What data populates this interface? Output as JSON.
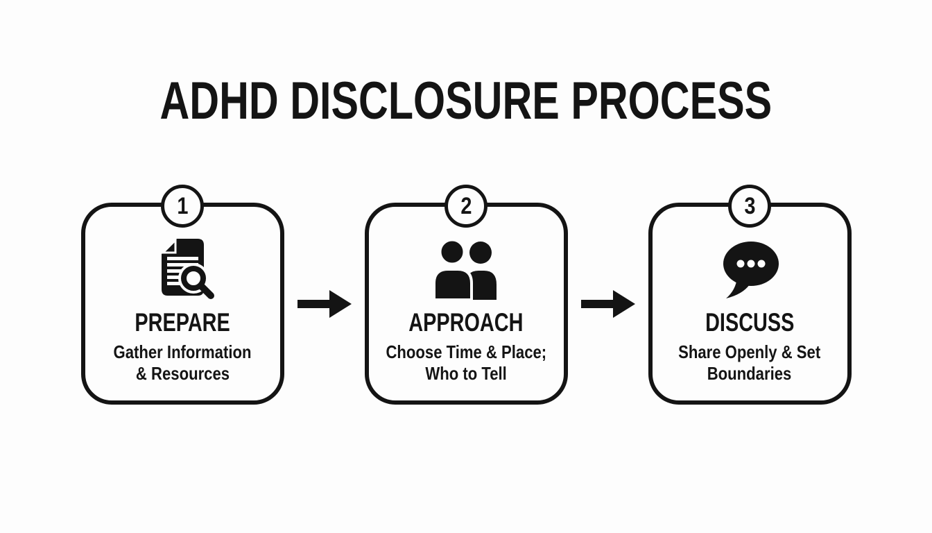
{
  "title": "ADHD DISCLOSURE PROCESS",
  "steps": [
    {
      "number": "1",
      "icon": "document-search-icon",
      "title": "PREPARE",
      "subtitle_line1": "Gather Information",
      "subtitle_line2": "& Resources"
    },
    {
      "number": "2",
      "icon": "people-icon",
      "title": "APPROACH",
      "subtitle_line1": "Choose Time & Place;",
      "subtitle_line2": "Who to Tell"
    },
    {
      "number": "3",
      "icon": "speech-bubble-icon",
      "title": "DISCUSS",
      "subtitle_line1": "Share Openly & Set",
      "subtitle_line2": "Boundaries"
    }
  ],
  "colors": {
    "foreground": "#141414",
    "background": "#fdfdfd"
  }
}
